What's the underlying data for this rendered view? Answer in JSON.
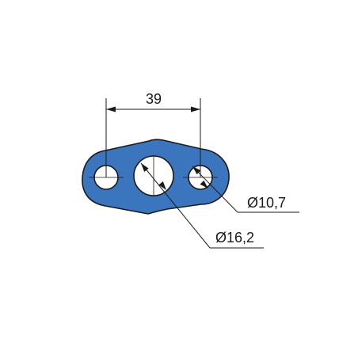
{
  "dimensions": {
    "center_distance": "39",
    "small_hole_diameter": "Ø10,7",
    "large_hole_diameter": "Ø16,2"
  },
  "colors": {
    "gasket_fill": "#3a75be",
    "gasket_outline": "#1a1a1a",
    "dimension_line": "#1a1a1a",
    "hole_fill": "#ffffff"
  }
}
